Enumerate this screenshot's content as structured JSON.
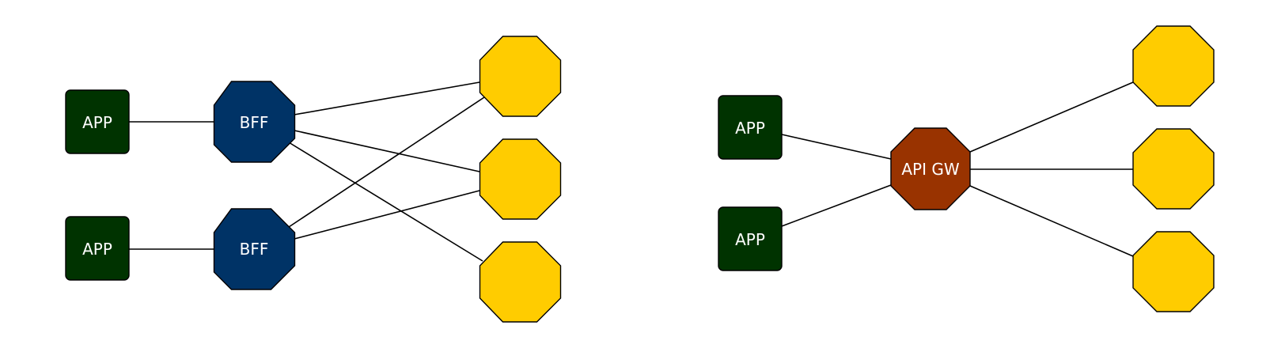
{
  "colors": {
    "app": "#003300",
    "bff": "#003366",
    "gateway": "#993300",
    "service": "#FFCC00",
    "edge": "#000000",
    "label": "#FFFFFF"
  },
  "left_diagram": {
    "apps": [
      {
        "label": "APP"
      },
      {
        "label": "APP"
      }
    ],
    "bffs": [
      {
        "label": "BFF"
      },
      {
        "label": "BFF"
      }
    ],
    "services": [
      {
        "label": ""
      },
      {
        "label": ""
      },
      {
        "label": ""
      }
    ]
  },
  "right_diagram": {
    "apps": [
      {
        "label": "APP"
      },
      {
        "label": "APP"
      }
    ],
    "gateway": {
      "label": "API GW"
    },
    "services": [
      {
        "label": ""
      },
      {
        "label": ""
      },
      {
        "label": ""
      }
    ]
  }
}
